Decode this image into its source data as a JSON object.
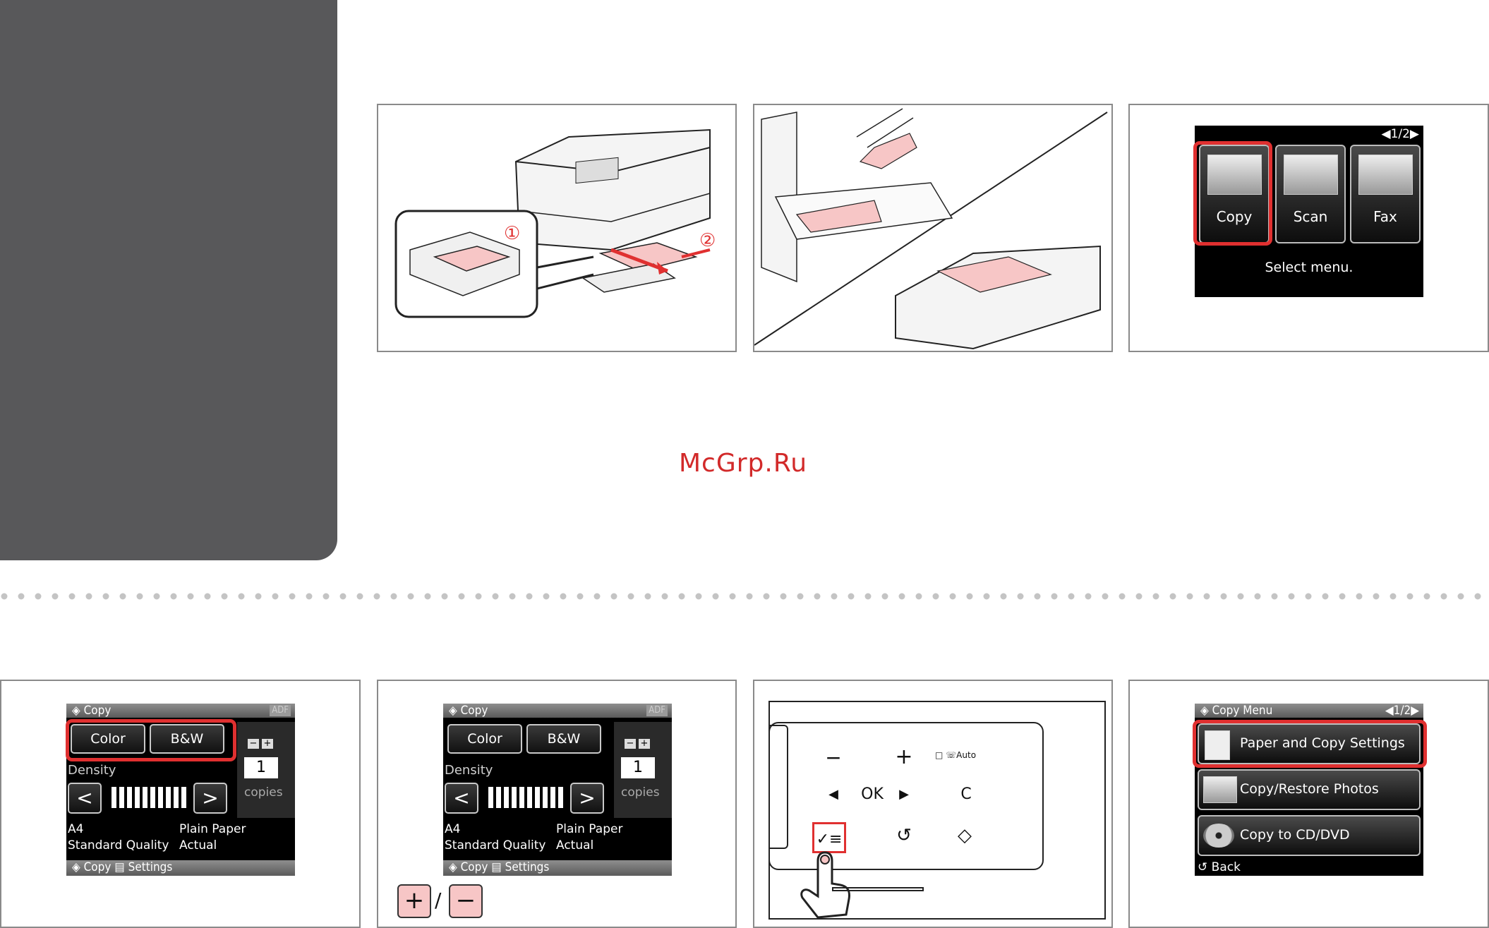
{
  "watermark": "McGrp.Ru",
  "step1": {
    "callout1": "①",
    "callout2": "②"
  },
  "home_menu": {
    "page": "1/2",
    "items": [
      {
        "label": "Copy"
      },
      {
        "label": "Scan"
      },
      {
        "label": "Fax"
      }
    ],
    "prompt": "Select menu."
  },
  "copy_screen": {
    "title": "Copy",
    "badge": "ADF",
    "color_label": "Color",
    "bw_label": "B&W",
    "density_label": "Density",
    "left_arrow": "<",
    "right_arrow": ">",
    "copies_value": "1",
    "copies_label": "copies",
    "minus": "−",
    "plus": "+",
    "paper_size": "A4",
    "quality": "Standard Quality",
    "paper_type": "Plain Paper",
    "scale": "Actual",
    "footer_copy": "Copy",
    "footer_settings": "Settings"
  },
  "plus_minus": {
    "plus": "+",
    "slash": "/",
    "minus": "−"
  },
  "control_panel": {
    "minus": "−",
    "plus": "+",
    "auto": "Auto",
    "left": "◀",
    "ok": "OK",
    "right": "▶",
    "clear": "C",
    "menu": "✓≡",
    "back": "↺",
    "start": "◇"
  },
  "copy_menu": {
    "title": "Copy Menu",
    "page": "1/2",
    "items": [
      {
        "label": "Paper and Copy Settings"
      },
      {
        "label": "Copy/Restore Photos"
      },
      {
        "label": "Copy to CD/DVD"
      }
    ],
    "back": "Back"
  },
  "colors": {
    "accent_red": "#e03030",
    "sidebar_gray": "#58585a",
    "highlight_pink": "#f7c6c6"
  }
}
